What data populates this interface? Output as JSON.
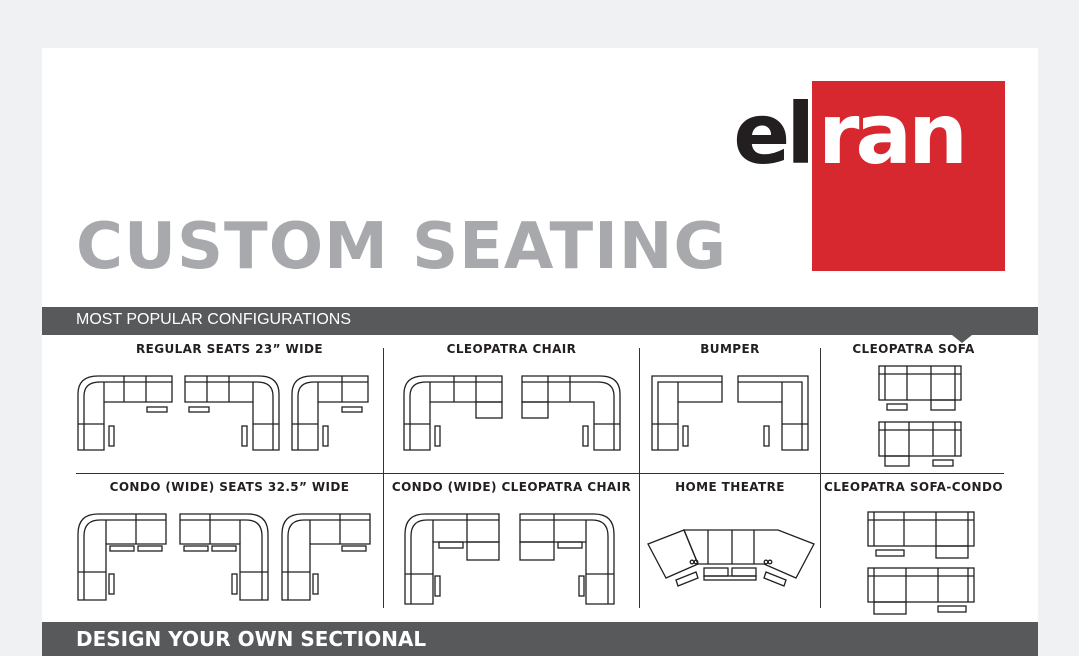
{
  "logo": {
    "dark_text": "el",
    "light_text": "ran",
    "red": "#d7282f",
    "dark": "#231f20"
  },
  "title": "CUSTOM SEATING",
  "sections": {
    "popular_label": "MOST POPULAR CONFIGURATIONS",
    "design_label": "DESIGN YOUR OWN SECTIONAL"
  },
  "configurations": {
    "row1": [
      "REGULAR SEATS 23” WIDE",
      "CLEOPATRA CHAIR",
      "BUMPER",
      "CLEOPATRA SOFA"
    ],
    "row2": [
      "CONDO (WIDE) SEATS 32.5” WIDE",
      "CONDO (WIDE) CLEOPATRA CHAIR",
      "HOME THEATRE",
      "CLEOPATRA SOFA-CONDO"
    ]
  },
  "colors": {
    "title_gray": "#a7a9ac",
    "bar_gray": "#58595b"
  }
}
